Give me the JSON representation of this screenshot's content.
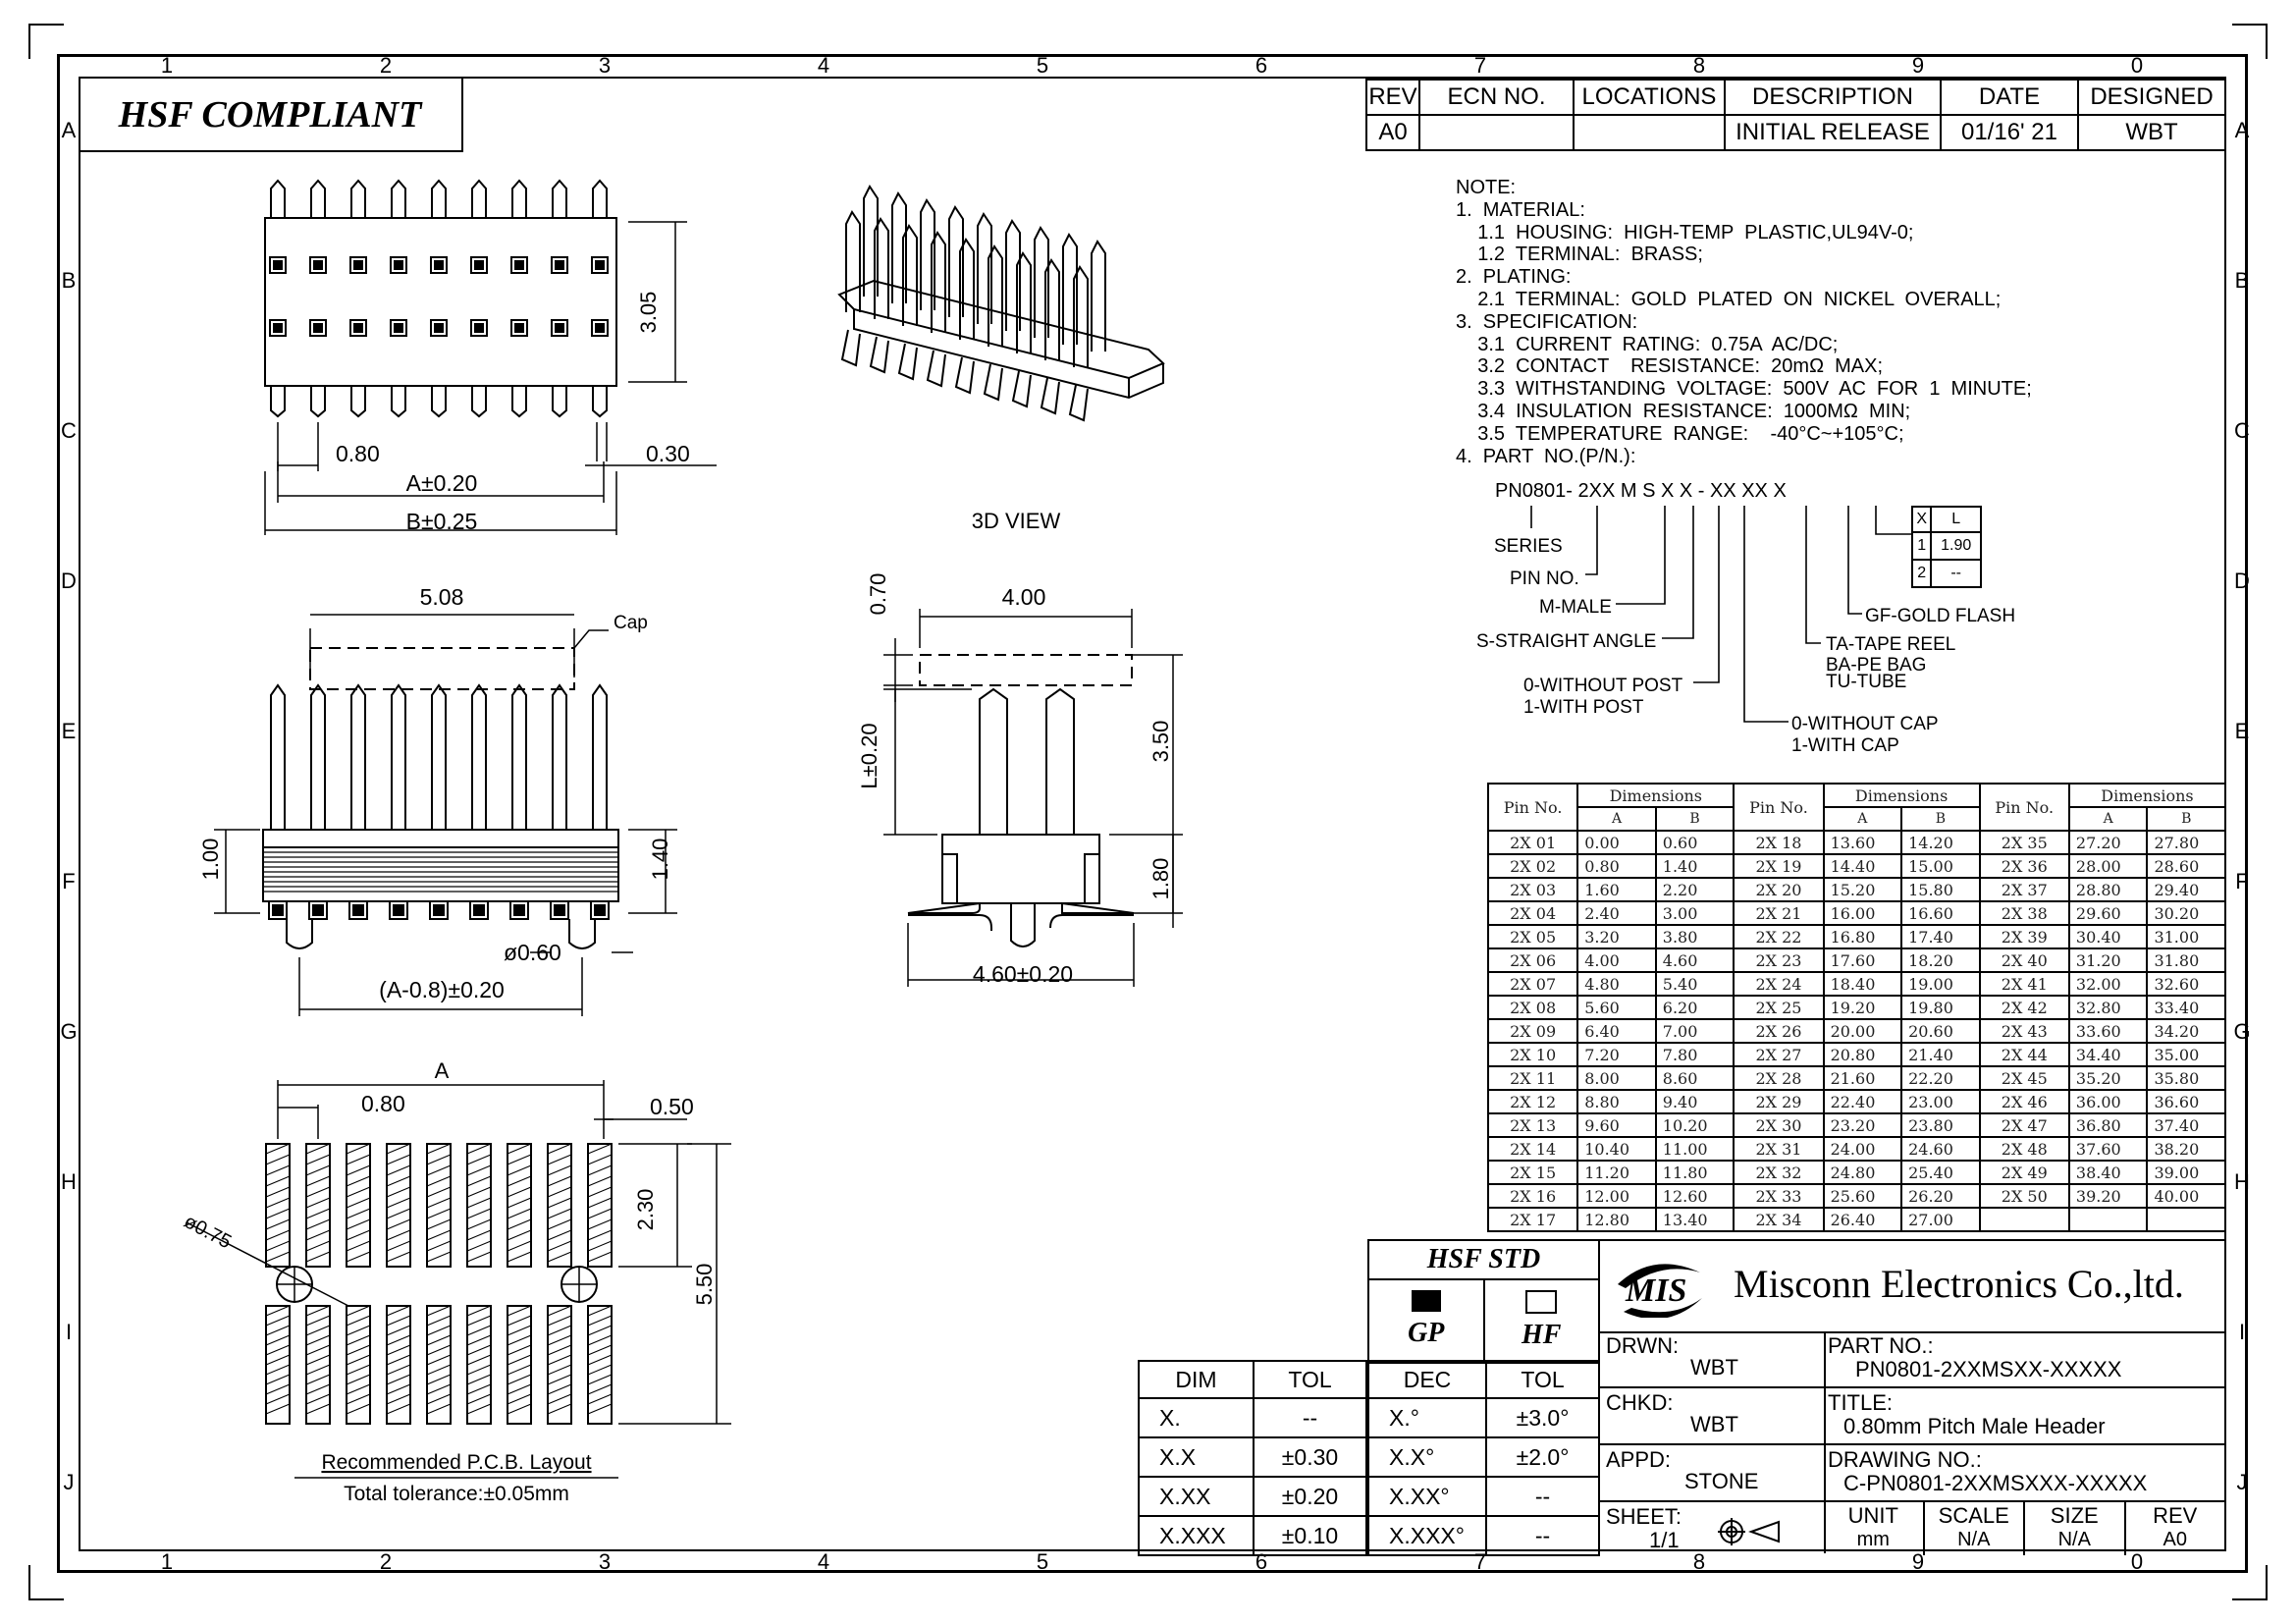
{
  "header": {
    "compliance": "HSF COMPLIANT"
  },
  "zones": {
    "columns": [
      "1",
      "2",
      "3",
      "4",
      "5",
      "6",
      "7",
      "8",
      "9",
      "0"
    ],
    "rows": [
      "A",
      "B",
      "C",
      "D",
      "E",
      "F",
      "G",
      "H",
      "I",
      "J"
    ]
  },
  "revision_table": {
    "headers": [
      "REV",
      "ECN NO.",
      "LOCATIONS",
      "DESCRIPTION",
      "DATE",
      "DESIGNED"
    ],
    "row": [
      "A0",
      "",
      "",
      "INITIAL RELEASE",
      "01/16' 21",
      "WBT"
    ]
  },
  "notes": [
    "NOTE:",
    "1.  MATERIAL:",
    "    1.1  HOUSING:  HIGH-TEMP  PLASTIC,UL94V-0;",
    "    1.2  TERMINAL:  BRASS;",
    "2.  PLATING:",
    "    2.1  TERMINAL:  GOLD  PLATED  ON  NICKEL  OVERALL;",
    "3.  SPECIFICATION:",
    "    3.1  CURRENT  RATING:  0.75A  AC/DC;",
    "    3.2  CONTACT    RESISTANCE:  20mΩ  MAX;",
    "    3.3  WITHSTANDING  VOLTAGE:  500V  AC  FOR  1  MINUTE;",
    "    3.4  INSULATION  RESISTANCE:  1000MΩ  MIN;",
    "    3.5  TEMPERATURE  RANGE:    -40°C~+105°C;",
    "4.  PART  NO.(P/N.):"
  ],
  "part_code": {
    "pattern": "PN0801-  2XX  M  S  X  X  -  XX  XX  X",
    "series": "SERIES",
    "pin_no": "PIN NO.",
    "m_male": "M-MALE",
    "s_straight": "S-STRAIGHT ANGLE",
    "post_0": "0-WITHOUT POST",
    "post_1": "1-WITH POST",
    "cap_0": "0-WITHOUT CAP",
    "cap_1": "1-WITH CAP",
    "ta": "TA-TAPE REEL",
    "ba": "BA-PE BAG",
    "tu": "TU-TUBE",
    "gf": "GF-GOLD FLASH",
    "xl_headers": [
      "X",
      "L"
    ],
    "xl_rows": [
      [
        "1",
        "1.90"
      ],
      [
        "2",
        "--"
      ]
    ]
  },
  "dim_table": {
    "group_header": "Dimensions",
    "pin_header": "Pin No.",
    "col_a": "A",
    "col_b": "B",
    "rows": [
      [
        "2X 01",
        "0.00",
        "0.60",
        "2X 18",
        "13.60",
        "14.20",
        "2X 35",
        "27.20",
        "27.80"
      ],
      [
        "2X 02",
        "0.80",
        "1.40",
        "2X 19",
        "14.40",
        "15.00",
        "2X 36",
        "28.00",
        "28.60"
      ],
      [
        "2X 03",
        "1.60",
        "2.20",
        "2X 20",
        "15.20",
        "15.80",
        "2X 37",
        "28.80",
        "29.40"
      ],
      [
        "2X 04",
        "2.40",
        "3.00",
        "2X 21",
        "16.00",
        "16.60",
        "2X 38",
        "29.60",
        "30.20"
      ],
      [
        "2X 05",
        "3.20",
        "3.80",
        "2X 22",
        "16.80",
        "17.40",
        "2X 39",
        "30.40",
        "31.00"
      ],
      [
        "2X 06",
        "4.00",
        "4.60",
        "2X 23",
        "17.60",
        "18.20",
        "2X 40",
        "31.20",
        "31.80"
      ],
      [
        "2X 07",
        "4.80",
        "5.40",
        "2X 24",
        "18.40",
        "19.00",
        "2X 41",
        "32.00",
        "32.60"
      ],
      [
        "2X 08",
        "5.60",
        "6.20",
        "2X 25",
        "19.20",
        "19.80",
        "2X 42",
        "32.80",
        "33.40"
      ],
      [
        "2X 09",
        "6.40",
        "7.00",
        "2X 26",
        "20.00",
        "20.60",
        "2X 43",
        "33.60",
        "34.20"
      ],
      [
        "2X 10",
        "7.20",
        "7.80",
        "2X 27",
        "20.80",
        "21.40",
        "2X 44",
        "34.40",
        "35.00"
      ],
      [
        "2X 11",
        "8.00",
        "8.60",
        "2X 28",
        "21.60",
        "22.20",
        "2X 45",
        "35.20",
        "35.80"
      ],
      [
        "2X 12",
        "8.80",
        "9.40",
        "2X 29",
        "22.40",
        "23.00",
        "2X 46",
        "36.00",
        "36.60"
      ],
      [
        "2X 13",
        "9.60",
        "10.20",
        "2X 30",
        "23.20",
        "23.80",
        "2X 47",
        "36.80",
        "37.40"
      ],
      [
        "2X 14",
        "10.40",
        "11.00",
        "2X 31",
        "24.00",
        "24.60",
        "2X 48",
        "37.60",
        "38.20"
      ],
      [
        "2X 15",
        "11.20",
        "11.80",
        "2X 32",
        "24.80",
        "25.40",
        "2X 49",
        "38.40",
        "39.00"
      ],
      [
        "2X 16",
        "12.00",
        "12.60",
        "2X 33",
        "25.60",
        "26.20",
        "2X 50",
        "39.20",
        "40.00"
      ],
      [
        "2X 17",
        "12.80",
        "13.40",
        "2X 34",
        "26.40",
        "27.00",
        "",
        "",
        ""
      ]
    ]
  },
  "drawing_labels": {
    "top_305": "3.05",
    "top_080": "0.80",
    "top_030": "0.30",
    "top_a": "A±0.20",
    "top_b": "B±0.25",
    "view3d": "3D VIEW",
    "front_508": "5.08",
    "front_cap": "Cap",
    "front_100": "1.00",
    "front_140": "1.40",
    "front_060": "ø0.60",
    "front_a08": "(A-0.8)±0.20",
    "side_070": "0.70",
    "side_400": "4.00",
    "side_l": "L±0.20",
    "side_350": "3.50",
    "side_180": "1.80",
    "side_460": "4.60±0.20",
    "pcb_a": "A",
    "pcb_080": "0.80",
    "pcb_050": "0.50",
    "pcb_075": "ø0.75",
    "pcb_230": "2.30",
    "pcb_550": "5.50",
    "pcb_caption": "Recommended P.C.B. Layout",
    "pcb_tol": "Total tolerance:±0.05mm"
  },
  "tol_table": {
    "headers": [
      "DIM",
      "TOL"
    ],
    "rows": [
      [
        "X.",
        "--"
      ],
      [
        "X.X",
        "±0.30"
      ],
      [
        "X.XX",
        "±0.20"
      ],
      [
        "X.XXX",
        "±0.10"
      ]
    ]
  },
  "hsf_std": {
    "title": "HSF  STD",
    "gp": "GP",
    "hf": "HF",
    "headers": [
      "DEC",
      "TOL"
    ],
    "rows": [
      [
        "X.°",
        "±3.0°"
      ],
      [
        "X.X°",
        "±2.0°"
      ],
      [
        "X.XX°",
        "--"
      ],
      [
        "X.XXX°",
        "--"
      ]
    ]
  },
  "title_block": {
    "logo": "MIS",
    "company": "Misconn Electronics Co.,ltd.",
    "drwn_label": "DRWN:",
    "drwn": "WBT",
    "chkd_label": "CHKD:",
    "chkd": "WBT",
    "appd_label": "APPD:",
    "appd": "STONE",
    "part_label": "PART  NO.:",
    "part": "PN0801-2XXMSXX-XXXXX",
    "title_label": "TITLE:",
    "title": "0.80mm  Pitch  Male  Header",
    "drawing_label": "DRAWING  NO.:",
    "drawing": "C-PN0801-2XXMSXXX-XXXXX",
    "sheet_label": "SHEET:",
    "sheet": "1/1",
    "unit_label": "UNIT",
    "unit": "mm",
    "scale_label": "SCALE",
    "scale": "N/A",
    "size_label": "SIZE",
    "size": "N/A",
    "rev_label": "REV",
    "rev": "A0"
  }
}
